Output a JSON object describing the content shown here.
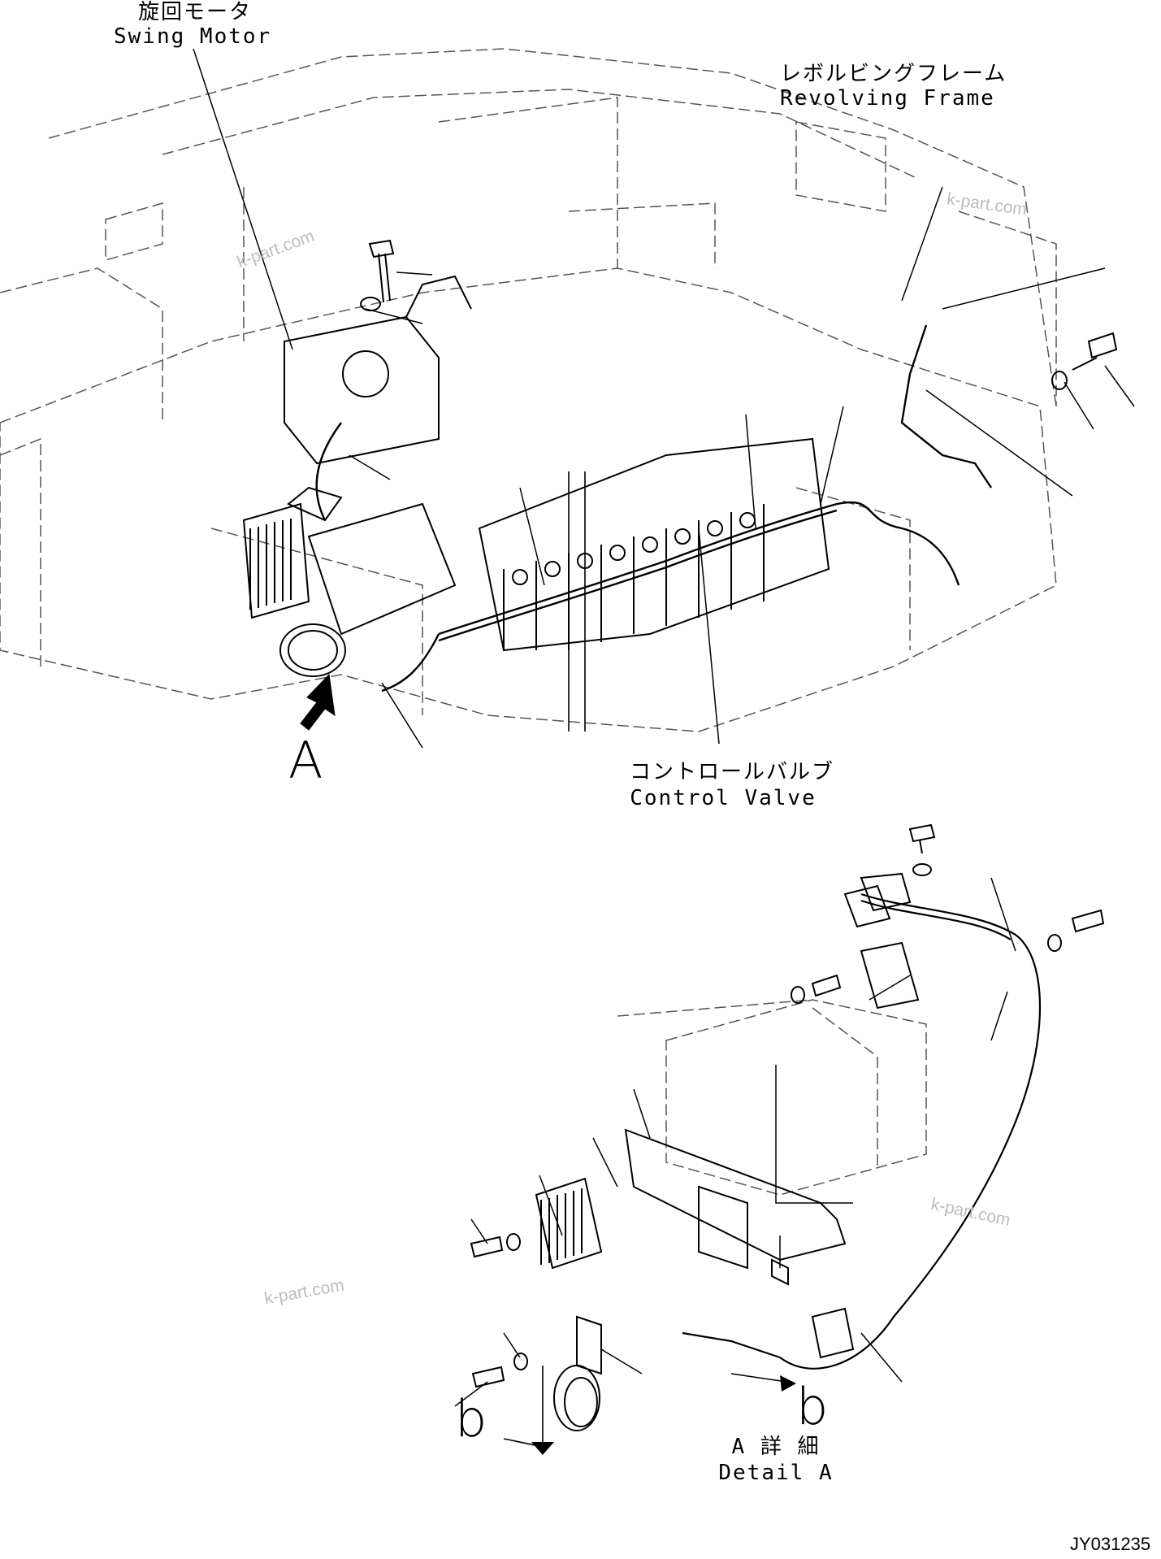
{
  "labels": {
    "swing_motor_ja": "旋回モータ",
    "swing_motor_en": "Swing Motor",
    "revolving_frame_ja": "レボルビングフレーム",
    "revolving_frame_en": "Revolving Frame",
    "control_valve_ja": "コントロールバルブ",
    "control_valve_en": "Control Valve",
    "view_a": "A",
    "detail_a_ja": "A 詳 細",
    "detail_a_en": "Detail A",
    "section_b_left": "b",
    "section_b_right": "b"
  },
  "watermark": "k-part.com",
  "drawing_id": "JY031235",
  "colors": {
    "line": "#000000",
    "phantom": "#666666",
    "watermark": "#bdbdbd"
  }
}
